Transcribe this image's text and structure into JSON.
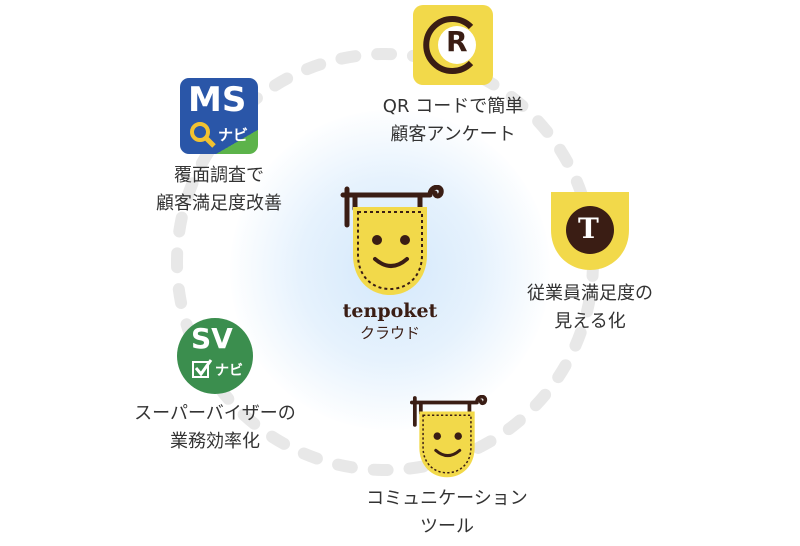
{
  "center": {
    "brand": "tenpoket",
    "sub": "クラウド"
  },
  "nodes": [
    {
      "icon": "qr-survey-icon",
      "letter": "R",
      "lines": [
        "QR コードで簡単",
        "顧客アンケート"
      ]
    },
    {
      "icon": "ms-navi-icon",
      "title": "MS",
      "sub": "ナビ",
      "lines": [
        "覆面調査で",
        "顧客満足度改善"
      ]
    },
    {
      "icon": "employee-satisfaction-icon",
      "letter": "T",
      "lines": [
        "従業員満足度の",
        "見える化"
      ]
    },
    {
      "icon": "sv-navi-icon",
      "title": "SV",
      "sub": "ナビ",
      "lines": [
        "スーパーバイザーの",
        "業務効率化"
      ]
    },
    {
      "icon": "communication-tool-icon",
      "lines": [
        "コミュニケーション",
        "ツール"
      ]
    }
  ],
  "colors": {
    "yellow": "#f2d94a",
    "brown": "#3a1d14",
    "ms_blue": "#2a56a8",
    "sv_green": "#3b8e4e",
    "ring": "#e6e6e6"
  }
}
